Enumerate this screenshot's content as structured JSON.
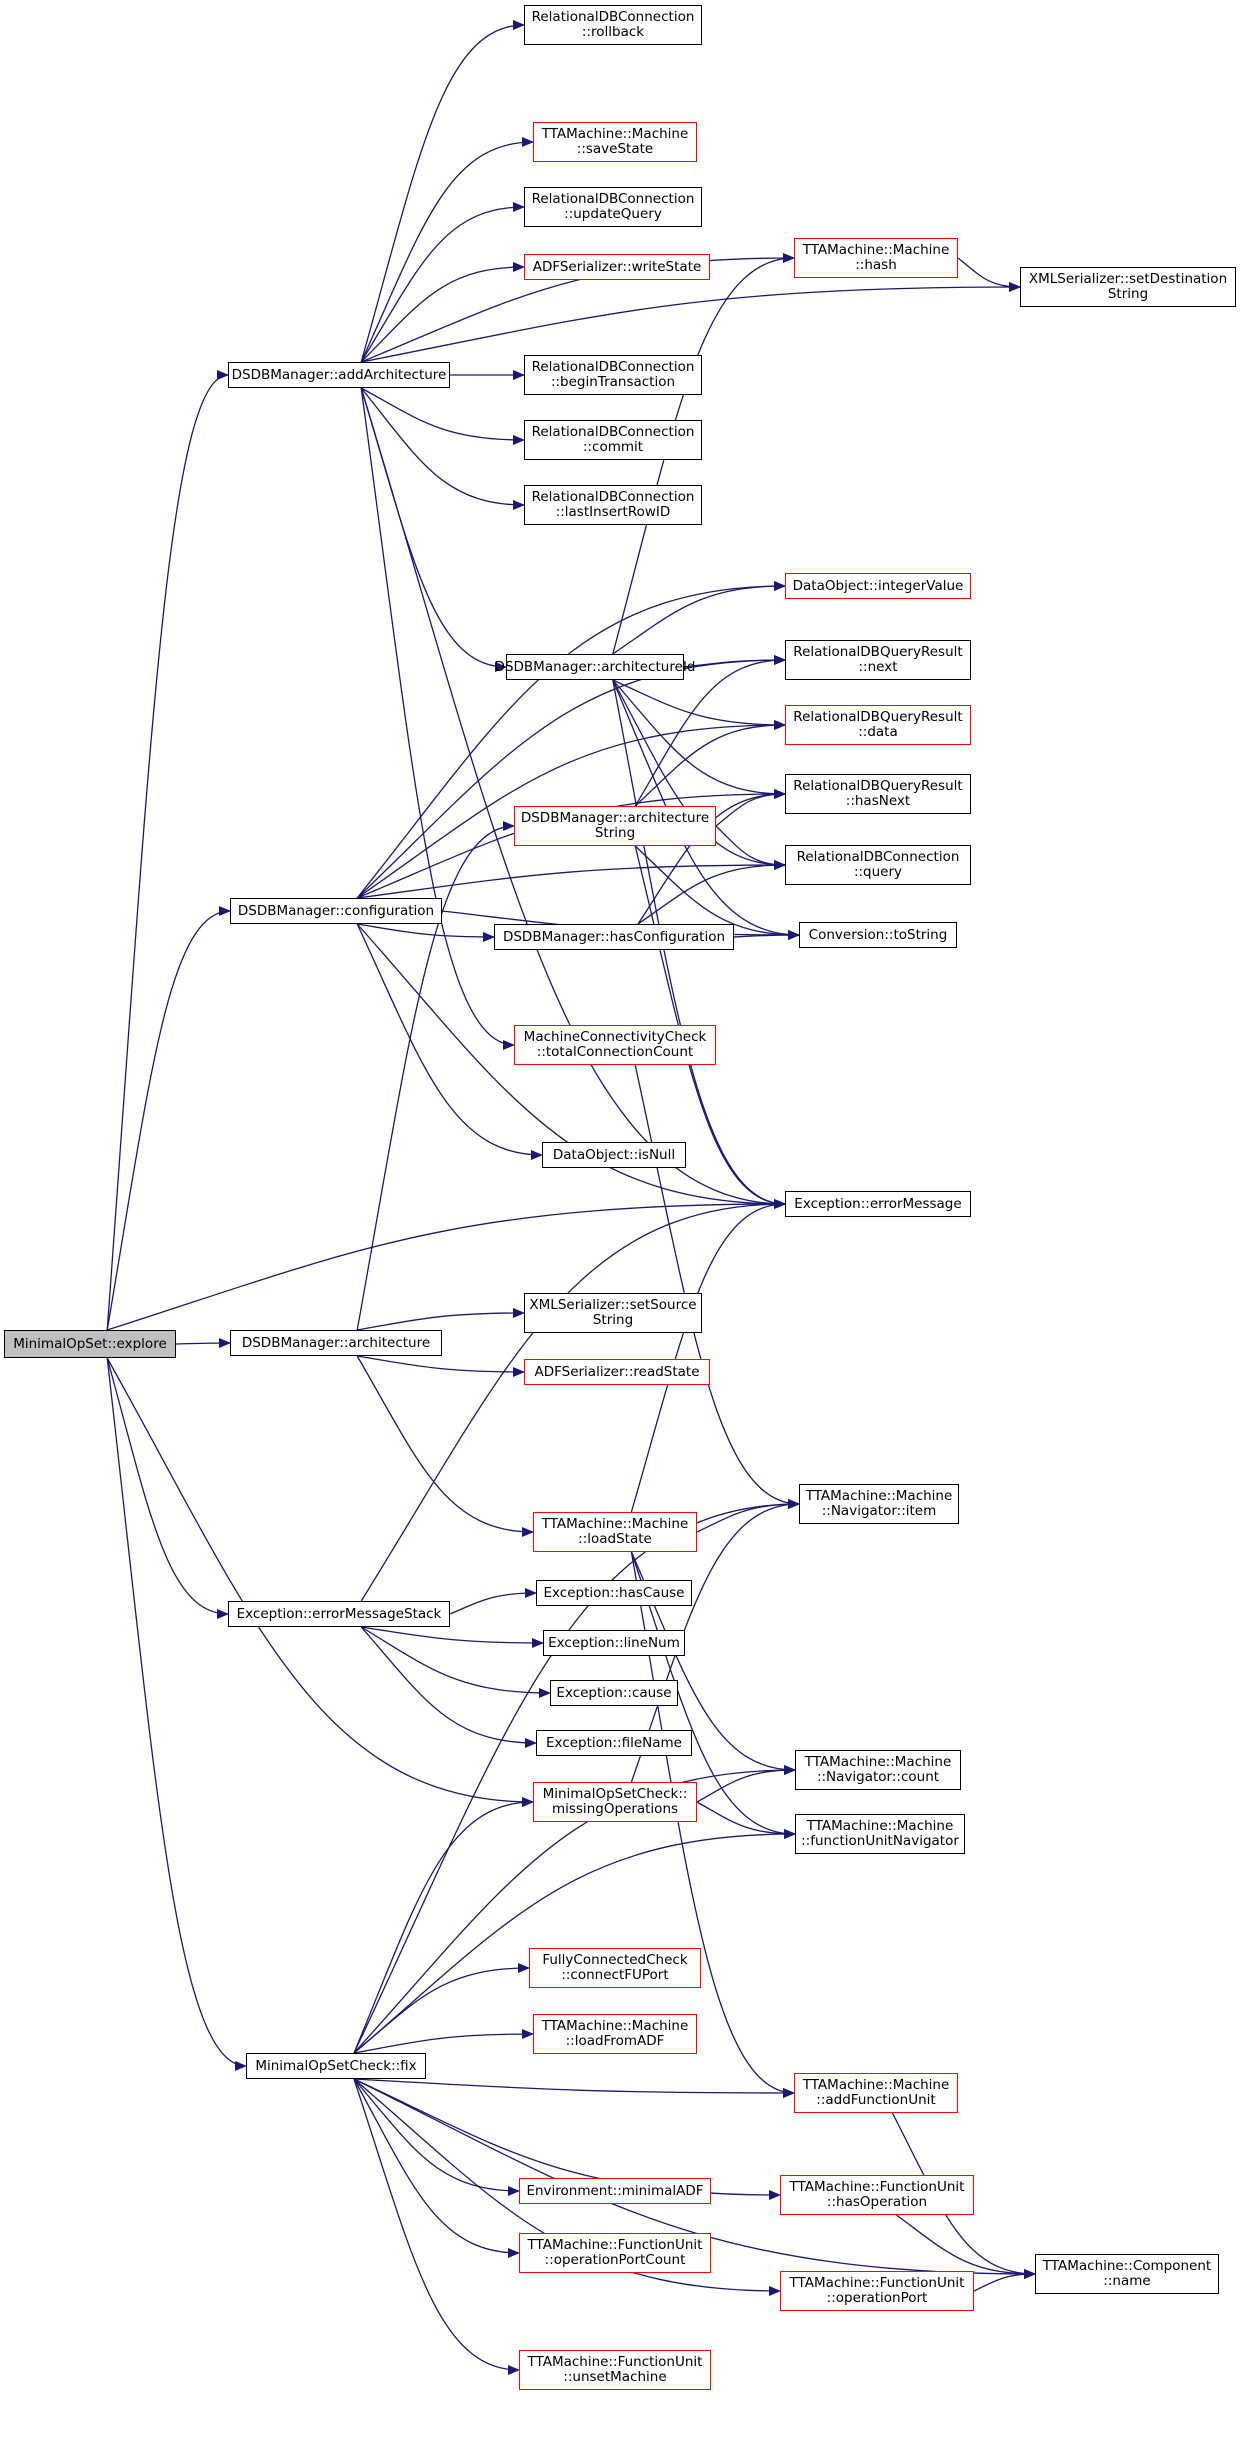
{
  "colors": {
    "edge": "#191970",
    "border": "#000000",
    "highlight_border": "#ff0000",
    "root_fill": "#bfbfbf"
  },
  "nodes": [
    {
      "id": "n_explore",
      "lines": [
        "MinimalOpSet::explore"
      ],
      "root": true
    },
    {
      "id": "n_addArch",
      "lines": [
        "DSDBManager::addArchitecture"
      ]
    },
    {
      "id": "n_rollback",
      "lines": [
        "RelationalDBConnection",
        "::rollback"
      ]
    },
    {
      "id": "n_saveState",
      "lines": [
        "TTAMachine::Machine",
        "::saveState"
      ],
      "red": true
    },
    {
      "id": "n_updateQuery",
      "lines": [
        "RelationalDBConnection",
        "::updateQuery"
      ]
    },
    {
      "id": "n_writeState",
      "lines": [
        "ADFSerializer::writeState"
      ],
      "red": true
    },
    {
      "id": "n_hash",
      "lines": [
        "TTAMachine::Machine",
        "::hash"
      ],
      "red": true
    },
    {
      "id": "n_setDest",
      "lines": [
        "XMLSerializer::setDestination",
        "String"
      ]
    },
    {
      "id": "n_beginTx",
      "lines": [
        "RelationalDBConnection",
        "::beginTransaction"
      ]
    },
    {
      "id": "n_commit",
      "lines": [
        "RelationalDBConnection",
        "::commit"
      ]
    },
    {
      "id": "n_lastInsert",
      "lines": [
        "RelationalDBConnection",
        "::lastInsertRowID"
      ]
    },
    {
      "id": "n_intValue",
      "lines": [
        "DataObject::integerValue"
      ],
      "red": true
    },
    {
      "id": "n_archId",
      "lines": [
        "DSDBManager::architectureId"
      ]
    },
    {
      "id": "n_next",
      "lines": [
        "RelationalDBQueryResult",
        "::next"
      ]
    },
    {
      "id": "n_data",
      "lines": [
        "RelationalDBQueryResult",
        "::data"
      ],
      "red": true
    },
    {
      "id": "n_archString",
      "lines": [
        "DSDBManager::architecture",
        "String"
      ],
      "red": true
    },
    {
      "id": "n_hasNext",
      "lines": [
        "RelationalDBQueryResult",
        "::hasNext"
      ]
    },
    {
      "id": "n_config",
      "lines": [
        "DSDBManager::configuration"
      ]
    },
    {
      "id": "n_query",
      "lines": [
        "RelationalDBConnection",
        "::query"
      ]
    },
    {
      "id": "n_hasConfig",
      "lines": [
        "DSDBManager::hasConfiguration"
      ]
    },
    {
      "id": "n_toString",
      "lines": [
        "Conversion::toString"
      ]
    },
    {
      "id": "n_totalConn",
      "lines": [
        "MachineConnectivityCheck",
        "::totalConnectionCount"
      ],
      "red": true
    },
    {
      "id": "n_isNull",
      "lines": [
        "DataObject::isNull"
      ]
    },
    {
      "id": "n_errMsg",
      "lines": [
        "Exception::errorMessage"
      ]
    },
    {
      "id": "n_arch",
      "lines": [
        "DSDBManager::architecture"
      ]
    },
    {
      "id": "n_setSource",
      "lines": [
        "XMLSerializer::setSource",
        "String"
      ]
    },
    {
      "id": "n_readState",
      "lines": [
        "ADFSerializer::readState"
      ],
      "red": true
    },
    {
      "id": "n_navItem",
      "lines": [
        "TTAMachine::Machine",
        "::Navigator::item"
      ]
    },
    {
      "id": "n_loadState",
      "lines": [
        "TTAMachine::Machine",
        "::loadState"
      ],
      "red": true
    },
    {
      "id": "n_errStack",
      "lines": [
        "Exception::errorMessageStack"
      ]
    },
    {
      "id": "n_hasCause",
      "lines": [
        "Exception::hasCause"
      ]
    },
    {
      "id": "n_lineNum",
      "lines": [
        "Exception::lineNum"
      ]
    },
    {
      "id": "n_cause",
      "lines": [
        "Exception::cause"
      ]
    },
    {
      "id": "n_fileName",
      "lines": [
        "Exception::fileName"
      ]
    },
    {
      "id": "n_navCount",
      "lines": [
        "TTAMachine::Machine",
        "::Navigator::count"
      ]
    },
    {
      "id": "n_missingOps",
      "lines": [
        "MinimalOpSetCheck::",
        "missingOperations"
      ],
      "red": true
    },
    {
      "id": "n_fuNav",
      "lines": [
        "TTAMachine::Machine",
        "::functionUnitNavigator"
      ]
    },
    {
      "id": "n_connectFU",
      "lines": [
        "FullyConnectedCheck",
        "::connectFUPort"
      ],
      "red": true
    },
    {
      "id": "n_loadADF",
      "lines": [
        "TTAMachine::Machine",
        "::loadFromADF"
      ],
      "red": true
    },
    {
      "id": "n_fix",
      "lines": [
        "MinimalOpSetCheck::fix"
      ]
    },
    {
      "id": "n_addFU",
      "lines": [
        "TTAMachine::Machine",
        "::addFunctionUnit"
      ],
      "red": true
    },
    {
      "id": "n_minADF",
      "lines": [
        "Environment::minimalADF"
      ],
      "red": true
    },
    {
      "id": "n_hasOp",
      "lines": [
        "TTAMachine::FunctionUnit",
        "::hasOperation"
      ],
      "red": true
    },
    {
      "id": "n_opPortCount",
      "lines": [
        "TTAMachine::FunctionUnit",
        "::operationPortCount"
      ],
      "red": true
    },
    {
      "id": "n_compName",
      "lines": [
        "TTAMachine::Component",
        "::name"
      ]
    },
    {
      "id": "n_opPort",
      "lines": [
        "TTAMachine::FunctionUnit",
        "::operationPort"
      ],
      "red": true
    },
    {
      "id": "n_unset",
      "lines": [
        "TTAMachine::FunctionUnit",
        "::unsetMachine"
      ],
      "red": true
    }
  ],
  "edges": [
    [
      "n_explore",
      "n_addArch"
    ],
    [
      "n_explore",
      "n_config"
    ],
    [
      "n_explore",
      "n_errMsg"
    ],
    [
      "n_explore",
      "n_arch"
    ],
    [
      "n_explore",
      "n_errStack"
    ],
    [
      "n_explore",
      "n_missingOps"
    ],
    [
      "n_explore",
      "n_fix"
    ],
    [
      "n_addArch",
      "n_rollback"
    ],
    [
      "n_addArch",
      "n_hash"
    ],
    [
      "n_addArch",
      "n_saveState"
    ],
    [
      "n_addArch",
      "n_updateQuery"
    ],
    [
      "n_addArch",
      "n_writeState"
    ],
    [
      "n_addArch",
      "n_setDest"
    ],
    [
      "n_addArch",
      "n_beginTx"
    ],
    [
      "n_addArch",
      "n_commit"
    ],
    [
      "n_addArch",
      "n_lastInsert"
    ],
    [
      "n_addArch",
      "n_archId"
    ],
    [
      "n_addArch",
      "n_totalConn"
    ],
    [
      "n_addArch",
      "n_errMsg"
    ],
    [
      "n_hash",
      "n_setDest"
    ],
    [
      "n_archId",
      "n_hash"
    ],
    [
      "n_archId",
      "n_intValue"
    ],
    [
      "n_archId",
      "n_next"
    ],
    [
      "n_archId",
      "n_data"
    ],
    [
      "n_archId",
      "n_hasNext"
    ],
    [
      "n_archId",
      "n_query"
    ],
    [
      "n_archId",
      "n_toString"
    ],
    [
      "n_archId",
      "n_errMsg"
    ],
    [
      "n_config",
      "n_intValue"
    ],
    [
      "n_config",
      "n_next"
    ],
    [
      "n_config",
      "n_data"
    ],
    [
      "n_config",
      "n_hasNext"
    ],
    [
      "n_config",
      "n_query"
    ],
    [
      "n_config",
      "n_hasConfig"
    ],
    [
      "n_config",
      "n_toString"
    ],
    [
      "n_config",
      "n_isNull"
    ],
    [
      "n_config",
      "n_errMsg"
    ],
    [
      "n_archString",
      "n_next"
    ],
    [
      "n_archString",
      "n_data"
    ],
    [
      "n_archString",
      "n_hasNext"
    ],
    [
      "n_archString",
      "n_query"
    ],
    [
      "n_archString",
      "n_toString"
    ],
    [
      "n_archString",
      "n_errMsg"
    ],
    [
      "n_hasConfig",
      "n_hasNext"
    ],
    [
      "n_hasConfig",
      "n_query"
    ],
    [
      "n_hasConfig",
      "n_toString"
    ],
    [
      "n_totalConn",
      "n_navItem"
    ],
    [
      "n_arch",
      "n_archString"
    ],
    [
      "n_arch",
      "n_setSource"
    ],
    [
      "n_arch",
      "n_readState"
    ],
    [
      "n_arch",
      "n_loadState"
    ],
    [
      "n_loadState",
      "n_errMsg"
    ],
    [
      "n_loadState",
      "n_navItem"
    ],
    [
      "n_loadState",
      "n_navCount"
    ],
    [
      "n_loadState",
      "n_fuNav"
    ],
    [
      "n_loadState",
      "n_addFU"
    ],
    [
      "n_errStack",
      "n_errMsg"
    ],
    [
      "n_errStack",
      "n_hasCause"
    ],
    [
      "n_errStack",
      "n_lineNum"
    ],
    [
      "n_errStack",
      "n_cause"
    ],
    [
      "n_errStack",
      "n_fileName"
    ],
    [
      "n_missingOps",
      "n_navItem"
    ],
    [
      "n_missingOps",
      "n_navCount"
    ],
    [
      "n_missingOps",
      "n_fuNav"
    ],
    [
      "n_fix",
      "n_navItem"
    ],
    [
      "n_fix",
      "n_missingOps"
    ],
    [
      "n_fix",
      "n_navCount"
    ],
    [
      "n_fix",
      "n_fuNav"
    ],
    [
      "n_fix",
      "n_connectFU"
    ],
    [
      "n_fix",
      "n_loadADF"
    ],
    [
      "n_fix",
      "n_addFU"
    ],
    [
      "n_fix",
      "n_minADF"
    ],
    [
      "n_fix",
      "n_hasOp"
    ],
    [
      "n_fix",
      "n_opPortCount"
    ],
    [
      "n_fix",
      "n_opPort"
    ],
    [
      "n_fix",
      "n_unset"
    ],
    [
      "n_fix",
      "n_compName"
    ],
    [
      "n_addFU",
      "n_compName"
    ],
    [
      "n_hasOp",
      "n_compName"
    ],
    [
      "n_opPort",
      "n_compName"
    ]
  ]
}
